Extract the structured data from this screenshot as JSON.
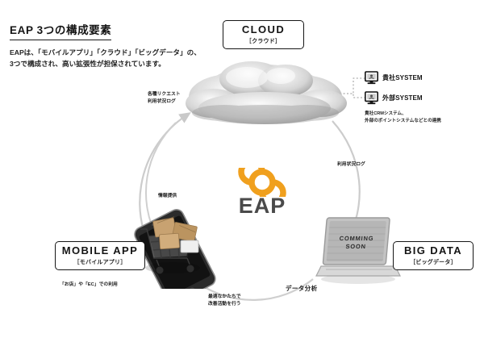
{
  "heading": {
    "title": "EAP  3つの構成要素",
    "subtitle_line1": "EAPは、「モバイルアプリ」「クラウド」「ビッグデータ」の、",
    "subtitle_line2": "3つで構成され、高い拡張性が担保されています。"
  },
  "nodes": {
    "cloud": {
      "title": "CLOUD",
      "sub": "［クラウド］"
    },
    "mobile": {
      "title": "MOBILE APP",
      "sub": "［モバイルアプリ］"
    },
    "bigdata": {
      "title": "BIG DATA",
      "sub": "［ビッグデータ］"
    }
  },
  "logo": {
    "word": "EAP",
    "infinity_color": "#f0a01e",
    "word_color": "#4a4a4a"
  },
  "laptop": {
    "screen_line1": "COMMING",
    "screen_line2": "SOON"
  },
  "systems": {
    "items": [
      {
        "icon": "monitor-icon",
        "label": "貴社SYSTEM"
      },
      {
        "icon": "monitor-icon",
        "label": "外部SYSTEM"
      }
    ],
    "note_line1": "貴社CRMシステム、",
    "note_line2": "外部のポイントシステムなどとの連携"
  },
  "captions": {
    "requests_line1": "各種リクエスト",
    "requests_line2": "利用状況ログ",
    "usage_log": "利用状況ログ",
    "info_provide": "情報提供",
    "store_ec": "「お店」や「EC」での利用",
    "improve_line1": "最適なかたちで",
    "improve_line2": "改善活動を行う",
    "data_analysis": "データ分析"
  }
}
